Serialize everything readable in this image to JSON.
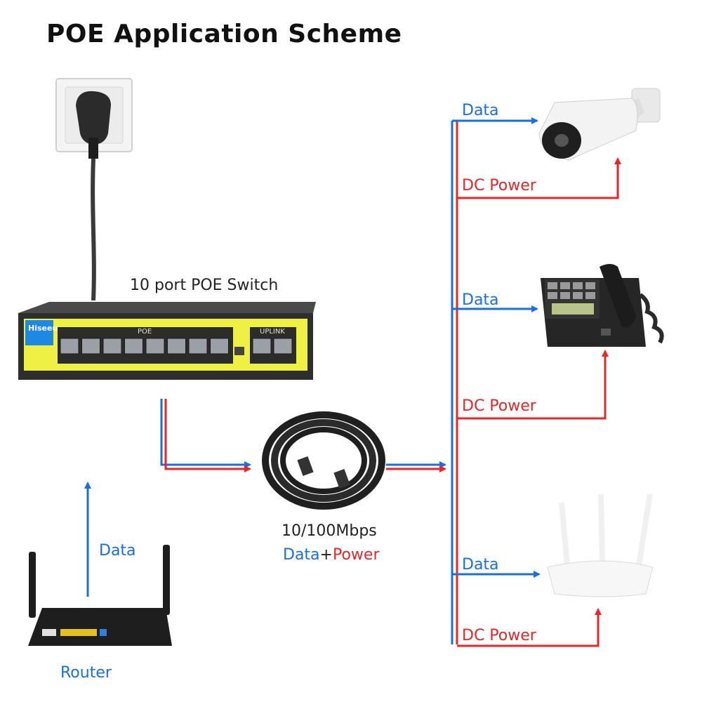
{
  "title": "POE Application Scheme",
  "switch": {
    "label": "10 port POE Switch",
    "brand": "Hiseeu",
    "poe_label": "POE",
    "uplink_label": "UPLINK"
  },
  "cable": {
    "speed": "10/100Mbps",
    "data_word": "Data",
    "plus": "+",
    "power_word": "Power"
  },
  "router": {
    "label": "Router",
    "data_label": "Data"
  },
  "devices": [
    {
      "name": "camera",
      "data_label": "Data",
      "power_label": "DC Power"
    },
    {
      "name": "phone",
      "data_label": "Data",
      "power_label": "DC Power"
    },
    {
      "name": "wireless-router",
      "data_label": "Data",
      "power_label": "DC Power"
    }
  ],
  "colors": {
    "data": "#1a6fe0",
    "power": "#e8262a"
  }
}
